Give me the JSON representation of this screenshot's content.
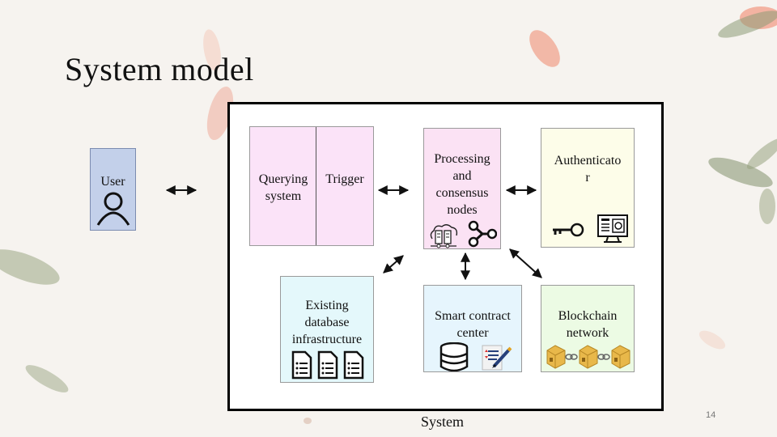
{
  "slide": {
    "title": "System model",
    "system_label": "System",
    "page_number": "14"
  },
  "nodes": {
    "user": {
      "label": "User",
      "icon": "person-icon"
    },
    "querying": {
      "label_line1": "Querying",
      "label_line2": "system"
    },
    "trigger": {
      "label": "Trigger"
    },
    "processing": {
      "label_lines": [
        "Processing",
        "and",
        "consensus",
        "nodes"
      ],
      "icons": [
        "server-cloud-icon",
        "share-nodes-icon"
      ]
    },
    "authenticator": {
      "label_line1": "Authenticato",
      "label_line2": "r",
      "icons": [
        "key-icon",
        "secure-monitor-icon"
      ]
    },
    "existing": {
      "label_lines": [
        "Existing",
        "database",
        "infrastructure"
      ],
      "icons": [
        "document-icon",
        "document-icon",
        "document-icon"
      ]
    },
    "smart_contract": {
      "label_line1": "Smart contract",
      "label_line2": "center",
      "icons": [
        "database-icon",
        "contract-pen-icon"
      ]
    },
    "blockchain": {
      "label_line1": "Blockchain",
      "label_line2": "network",
      "icons": [
        "block-cube-icon",
        "chain-link-icon",
        "block-cube-icon",
        "chain-link-icon",
        "block-cube-icon"
      ]
    }
  },
  "colors": {
    "user": "#c3d0ea",
    "querying": "#fbe3f8",
    "processing": "#fbe2f4",
    "authenticator": "#fdfde9",
    "existing": "#e4f8fb",
    "smart_contract": "#e6f5fd",
    "blockchain": "#ecfbe4",
    "block_gold": "#e8b84a"
  },
  "edges": [
    {
      "from": "user",
      "to": "querying",
      "type": "bidirectional"
    },
    {
      "from": "querying",
      "to": "processing",
      "type": "bidirectional"
    },
    {
      "from": "processing",
      "to": "authenticator",
      "type": "bidirectional"
    },
    {
      "from": "processing",
      "to": "existing",
      "type": "bidirectional"
    },
    {
      "from": "processing",
      "to": "smart_contract",
      "type": "bidirectional"
    },
    {
      "from": "processing",
      "to": "blockchain",
      "type": "bidirectional"
    }
  ]
}
